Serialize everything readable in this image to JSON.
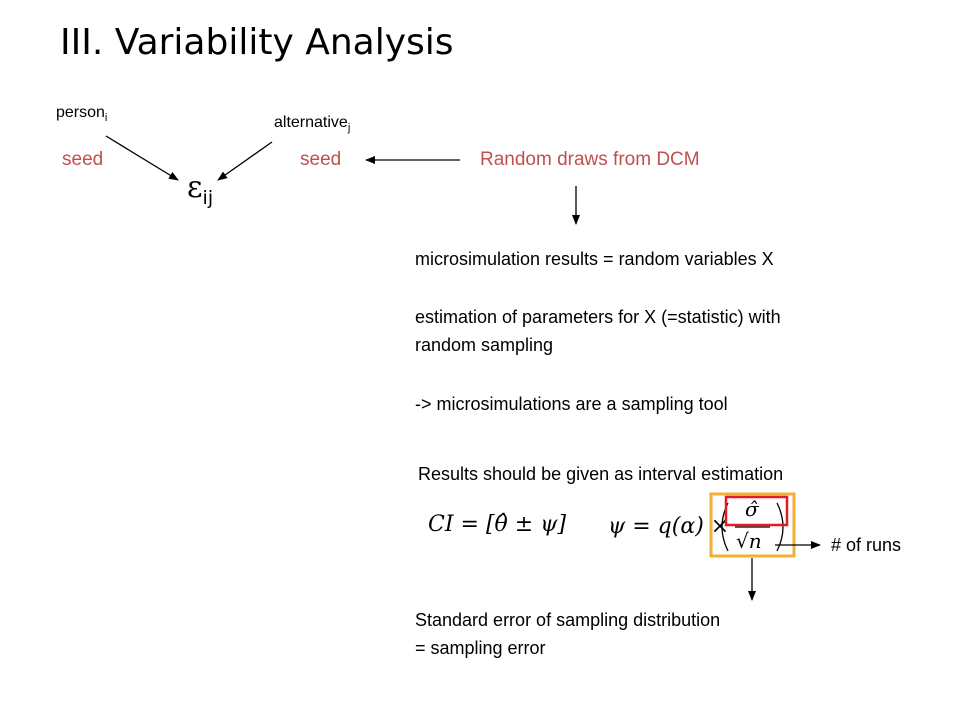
{
  "title": "III. Variability Analysis",
  "labels": {
    "person": "person",
    "person_sub": "i",
    "alternative": "alternative",
    "alternative_sub": "j",
    "seed_left": "seed",
    "seed_right": "seed",
    "epsilon": "ε",
    "epsilon_sub": "ij",
    "random_draws": "Random draws from DCM"
  },
  "body": {
    "line1": "microsimulation results = random variables X",
    "line2a": "estimation of parameters for X (=statistic) with",
    "line2b": "random sampling",
    "line3": "-> microsimulations are a sampling tool",
    "interval": "Results should be given as interval estimation",
    "runs": "# of runs",
    "stderr1": "Standard error of sampling distribution",
    "stderr2": "= sampling error"
  },
  "formulas": {
    "ci": "CI = [θ̂ ± ψ]",
    "psi_lhs": "ψ = q(α) ×",
    "sigma_hat": "σ̂",
    "sqrt_n": "√n"
  },
  "colors": {
    "seed": "#c0504d",
    "highlight_red": "#e31b23",
    "highlight_orange": "#f2b134"
  }
}
